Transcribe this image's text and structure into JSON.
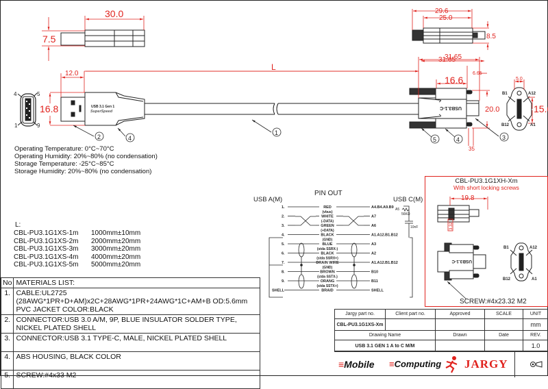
{
  "drawing": {
    "colors": {
      "dimension": "#e0221d",
      "line": "#222222",
      "background": "#ffffff"
    },
    "dimensions": {
      "usb_a_plug_length": "30.0",
      "usb_a_plug_thickness": "7.5",
      "usb_a_insert": "12.0",
      "usb_a_width": "16.8",
      "cable_length": "L",
      "type_c_total": "31.65",
      "type_c_body": "16.6",
      "type_c_tip": "6.65",
      "type_c_height": "20.0",
      "type_c_screw_offset": "35",
      "type_c_face_width": "5.0",
      "type_c_face_height": "15.0",
      "top_overall": "29.6",
      "top_body": "25.0",
      "top_tip": "8.5",
      "top_total": "31.65"
    },
    "usb_a_pins": [
      "4",
      "5",
      "1",
      "9"
    ],
    "usb_a_print": [
      "USB 3.1 Gen 1",
      "SuperSpeed"
    ],
    "type_c_print": "USB3.1-C",
    "type_c_pins": [
      "B1",
      "A12",
      "B12",
      "A1"
    ],
    "callouts": [
      "1",
      "2",
      "3",
      "4",
      "5"
    ]
  },
  "specs": [
    "Operating Temperature: 0°C~70°C",
    "Operating Humidity: 20%~80% (no condensation)",
    "Storage Temperature: -25°C~85°C",
    "Storage  Humidity: 20%~80% (no condensation)"
  ],
  "lengths": {
    "label": "L:",
    "rows": [
      {
        "part": "CBL-PU3.1G1XS-1m",
        "length": "1000mm±10mm"
      },
      {
        "part": "CBL-PU3.1G1XS-2m",
        "length": "2000mm±20mm"
      },
      {
        "part": "CBL-PU3.1G1XS-3m",
        "length": "3000mm±20mm"
      },
      {
        "part": "CBL-PU3.1G1XS-4m",
        "length": "4000mm±20mm"
      },
      {
        "part": "CBL-PU3.1G1XS-5m",
        "length": "5000mm±20mm"
      }
    ]
  },
  "materials": {
    "header_no": "No",
    "header_title": "MATERIALS LIST:",
    "items": [
      {
        "no": "1.",
        "text": "CABLE:UL2725 (28AWG*1PR+D+AM)x2C+28AWG*1PR+24AWG*1C+AM+B OD:5.6mm  PVC JACKET COLOR:BLACK"
      },
      {
        "no": "2.",
        "text": "CONNECTOR:USB 3.0 A/M, 9P, BLUE INSULATOR SOLDER TYPE, NICKEL PLATED SHELL"
      },
      {
        "no": "3.",
        "text": "CONNECTOR:USB 3.1 TYPE-C, MALE, NICKEL PLATED SHELL"
      },
      {
        "no": "4.",
        "text": "ABS HOUSING, BLACK COLOR"
      },
      {
        "no": "5.",
        "text": "SCREW:#4x33 M2"
      }
    ]
  },
  "pinout": {
    "title": "PIN OUT",
    "left_header": "USB A(M)",
    "right_header": "USB C(M)",
    "resistor": {
      "pin": "A5",
      "value": "56KΩ"
    },
    "capacitor": "10nF",
    "rows": [
      {
        "left": "1.",
        "wire": "RED",
        "sub": "(vbus)",
        "right": "A4.B4.A9.B9"
      },
      {
        "left": "2.",
        "wire": "WHITE",
        "sub": "(-DATA)",
        "right": "A7"
      },
      {
        "left": "3.",
        "wire": "GREEN",
        "sub": "(+DATA)",
        "right": "A6"
      },
      {
        "left": "4.",
        "wire": "BLACK",
        "sub": "(GND)",
        "right": "A1.A12.B1.B12"
      },
      {
        "left": "5.",
        "wire": "BLUE",
        "sub": "(stda SSRX-)",
        "right": "A3"
      },
      {
        "left": "6.",
        "wire": "BLACK",
        "sub": "(stda SSRX+)",
        "right": "A2"
      },
      {
        "left": "7.",
        "wire": "DRAIN WIRE",
        "sub": "(GND)",
        "right": "A1.A12.B1.B12"
      },
      {
        "left": "8.",
        "wire": "BROWN",
        "sub": "(stda SSTX-)",
        "right": "B10"
      },
      {
        "left": "9.",
        "wire": "ORANG",
        "sub": "(stda SSTX+)",
        "right": "B11"
      },
      {
        "left": "SHELL",
        "wire": "BRAID",
        "sub": "",
        "right": "SHELL"
      }
    ]
  },
  "variant": {
    "part": "CBL-PU3.1G1XH-Xm",
    "subtitle": "With short locking screws",
    "dim_length": "19.8",
    "dim_screw": "3.32",
    "print": "USB3.1-C",
    "pins": [
      "B1",
      "A12",
      "B12",
      "A1"
    ],
    "screw": "SCREW:#4x23.32 M2"
  },
  "title_block": {
    "h_jargy_part": "Jargy part no.",
    "h_client_part": "Client part no.",
    "h_approved": "Approved",
    "h_scale": "SCALE",
    "h_unit": "UNIT",
    "jargy_part": "CBL-PU3.1G1XS-Xm",
    "client_part": "",
    "approved": "",
    "scale": "",
    "unit": "mm",
    "h_drawing_name": "Drawing Name",
    "h_drawn": "Drawn",
    "h_date": "Date",
    "h_rev": "REV.",
    "drawing_name": "USB 3.1 GEN 1 A to C M/M",
    "drawn": "",
    "date": "",
    "rev": "1.0",
    "logo_mobile": "Mobile",
    "logo_computing": "Computing",
    "logo_jargy": "JARGY"
  }
}
